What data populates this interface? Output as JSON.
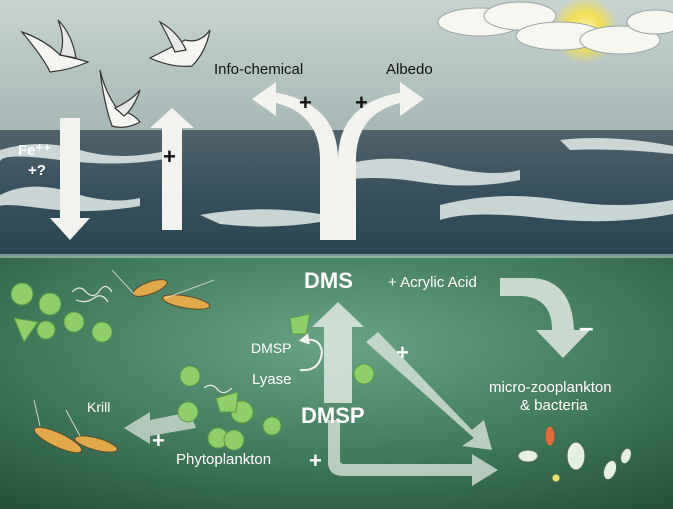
{
  "labels": {
    "fe": "Fe⁺⁺",
    "fe_q": "+?",
    "info_chemical": "Info-chemical",
    "albedo": "Albedo",
    "dms": "DMS",
    "acrylic_acid": "+ Acrylic Acid",
    "dmsp_small": "DMSP",
    "lyase": "Lyase",
    "dmsp": "DMSP",
    "krill": "Krill",
    "phytoplankton": "Phytoplankton",
    "micro_zooplankton": "micro-zooplankton",
    "bacteria": "& bacteria"
  },
  "signs": {
    "plus": "+",
    "minus": "–"
  },
  "colors": {
    "sky": "#b3c3c0",
    "sea_surface": "#3e5460",
    "underwater": "#3f7a58",
    "arrow": "#f2f2ee",
    "plankton": "#8fce6a"
  }
}
